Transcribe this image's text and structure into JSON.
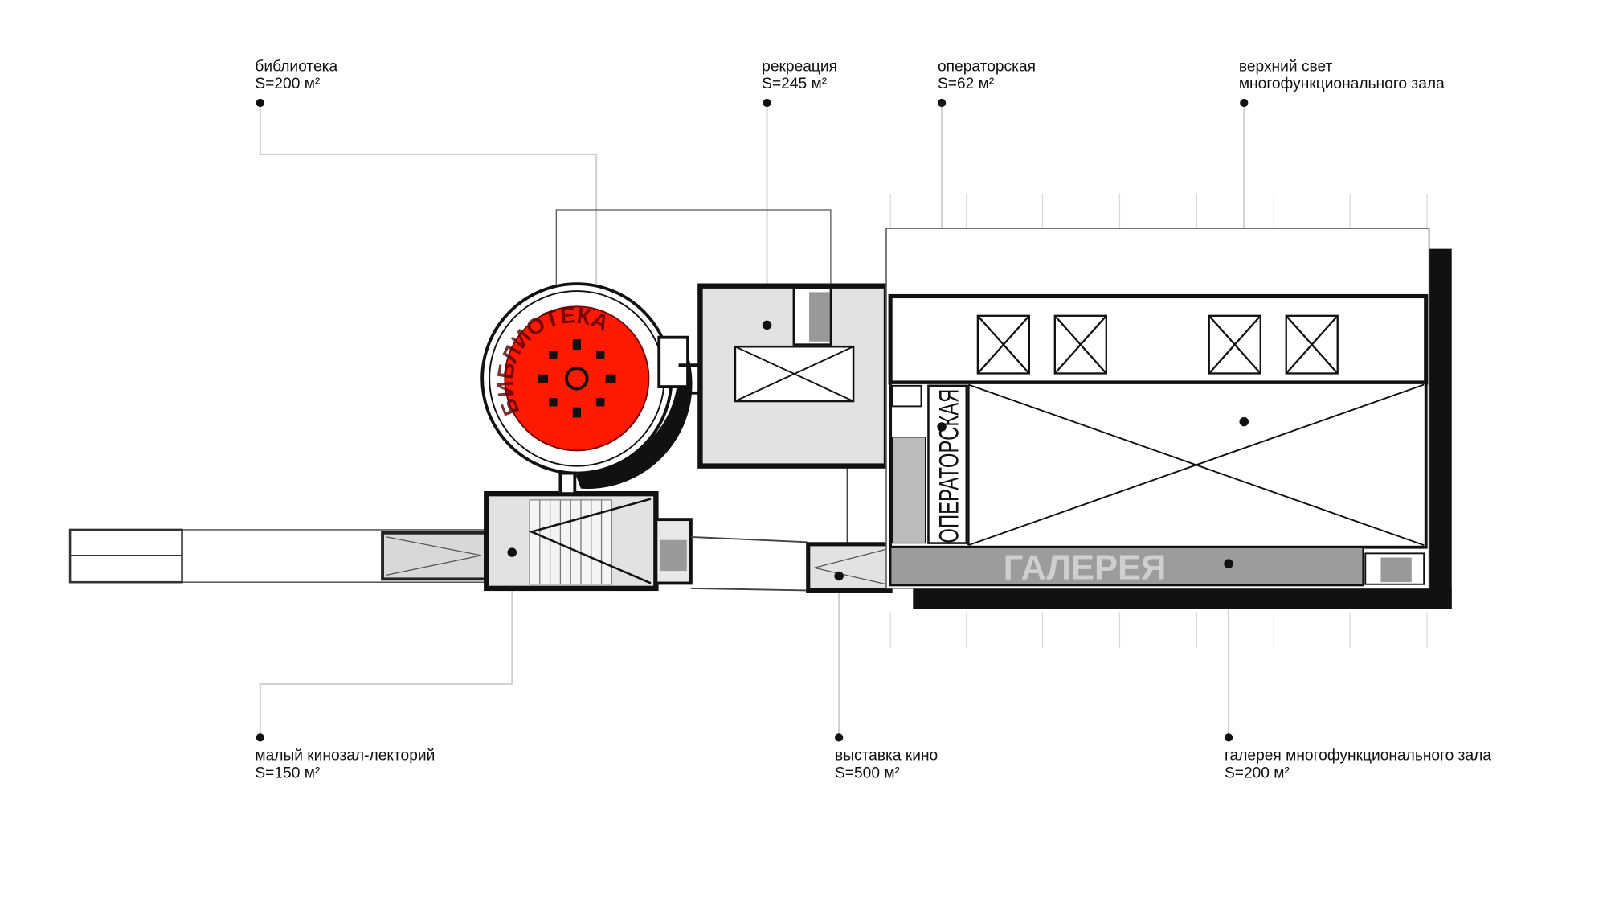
{
  "labels": {
    "library": {
      "name": "библиотека",
      "area": "S=200 м²"
    },
    "recreation": {
      "name": "рекреация",
      "area": "S=245 м²"
    },
    "operator": {
      "name": "операторская",
      "area": "S=62 м²"
    },
    "skylight": {
      "line1": "верхний свет",
      "line2": "многофункционального зала"
    },
    "cinema": {
      "name": "малый кинозал-лекторий",
      "area": "S=150 м²"
    },
    "exhibition": {
      "name": "выставка кино",
      "area": "S=500 м²"
    },
    "gallery": {
      "name": "галерея многофункционального зала",
      "area": "S=200 м²"
    }
  },
  "plan_text": {
    "library": "БИБЛИОТЕКА",
    "operator": "ОПЕРАТОРСКАЯ",
    "gallery": "ГАЛЕРЕЯ"
  },
  "colors": {
    "library_fill": "#ff1a00",
    "room_fill": "#e2e2e2",
    "gallery_fill": "#9c9c9c",
    "wall": "#111111"
  }
}
